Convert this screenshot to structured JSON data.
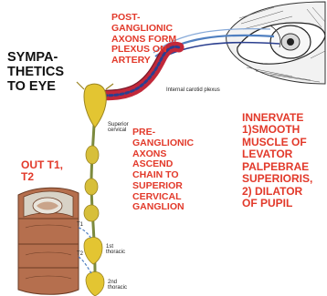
{
  "title": "SYMPA-\nTHETICS\nTO EYE",
  "annotations": {
    "post_ganglionic": "POST-\nGANGLIONIC\nAXONS FORM\nPLEXUS ON\nARTERY",
    "pre_ganglionic": "PRE-\nGANGLIONIC\nAXONS\nASCEND\nCHAIN TO\nSUPERIOR\nCERVICAL\nGANGLION",
    "out": "OUT T1,\nT2",
    "innervate": "INNERVATE\n1)SMOOTH\nMUSCLE OF\nLEVATOR\nPALPEBRAE\nSUPERIORIS,\n2) DILATOR\nOF PUPIL"
  },
  "diagram_labels": {
    "internal_carotid_plexus": "Internal carotid plexus",
    "superior_cervical": "Superior\ncervical",
    "t1": "T1",
    "t2": "T2",
    "first_thoracic": "1st\nthoracic",
    "second_thoracic": "2nd\nthoracic"
  },
  "colors": {
    "label_black": "#111111",
    "label_red": "#e2392a",
    "ganglion_yellow": "#e3c532",
    "chain_green": "#7c8a3e",
    "artery_red": "#c2283a",
    "plexus_blue": "#2b3f8f",
    "nerve_blue": "#4f7fc0",
    "spine_brown": "#b56f4e"
  }
}
